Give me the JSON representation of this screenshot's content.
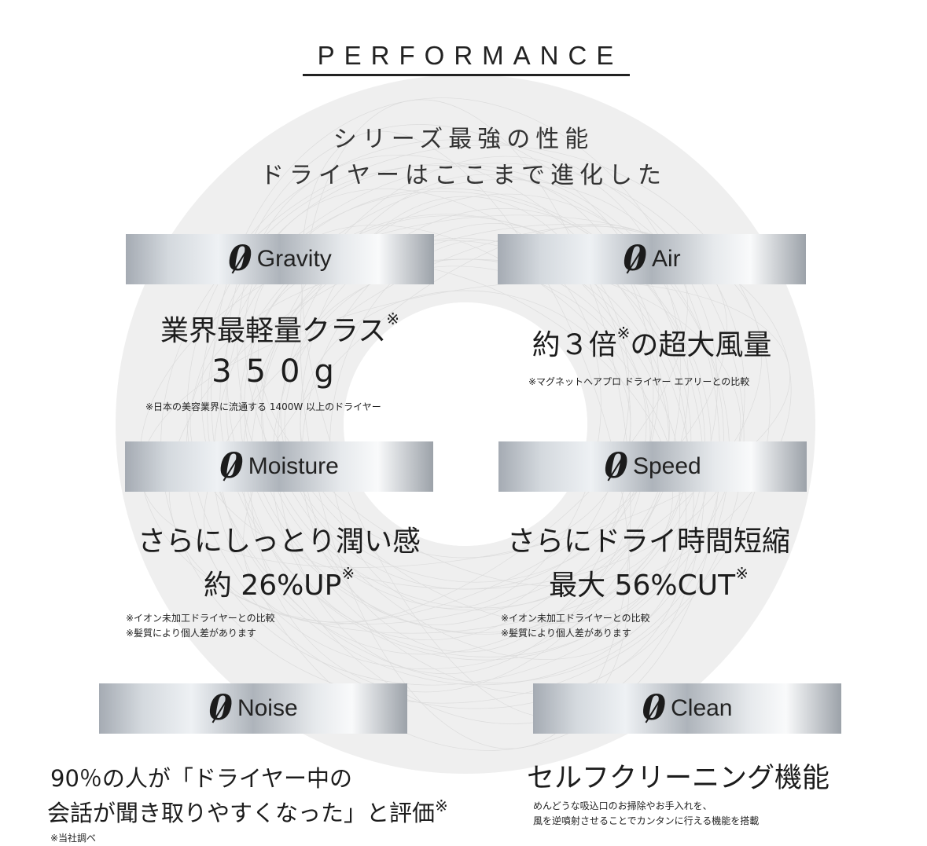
{
  "heading": "PERFORMANCE",
  "tagline": {
    "line1": "シリーズ最強の性能",
    "line2": "ドライヤーはここまで進化した"
  },
  "zero_symbol": "0",
  "features": {
    "gravity": {
      "label": "Gravity",
      "line1": "業界最軽量クラス",
      "mark1": "※",
      "line2": "350g",
      "note1": "※日本の美容業界に流通する 1400W 以上のドライヤー"
    },
    "air": {
      "label": "Air",
      "line1_a": "約３倍",
      "mark1": "※",
      "line1_b": "の超大風量",
      "note1": "※マグネットヘアプロ ドライヤー エアリーとの比較"
    },
    "moisture": {
      "label": "Moisture",
      "line1": "さらにしっとり潤い感",
      "line2": "約 26%UP",
      "mark2": "※",
      "note1": "※イオン未加工ドライヤーとの比較",
      "note2": "※髪質により個人差があります"
    },
    "speed": {
      "label": "Speed",
      "line1": "さらにドライ時間短縮",
      "line2": "最大 56%CUT",
      "mark2": "※",
      "note1": "※イオン未加工ドライヤーとの比較",
      "note2": "※髪質により個人差があります"
    },
    "noise": {
      "label": "Noise",
      "line1": "90％の人が「ドライヤー中の",
      "line2": "会話が聞き取りやすくなった」と評価",
      "mark2": "※",
      "note1": "※当社調べ"
    },
    "clean": {
      "label": "Clean",
      "line1": "セルフクリーニング機能",
      "note1": "めんどうな吸込口のお掃除やお手入れを、",
      "note2": "風を逆噴射させることでカンタンに行える機能を搭載"
    }
  }
}
